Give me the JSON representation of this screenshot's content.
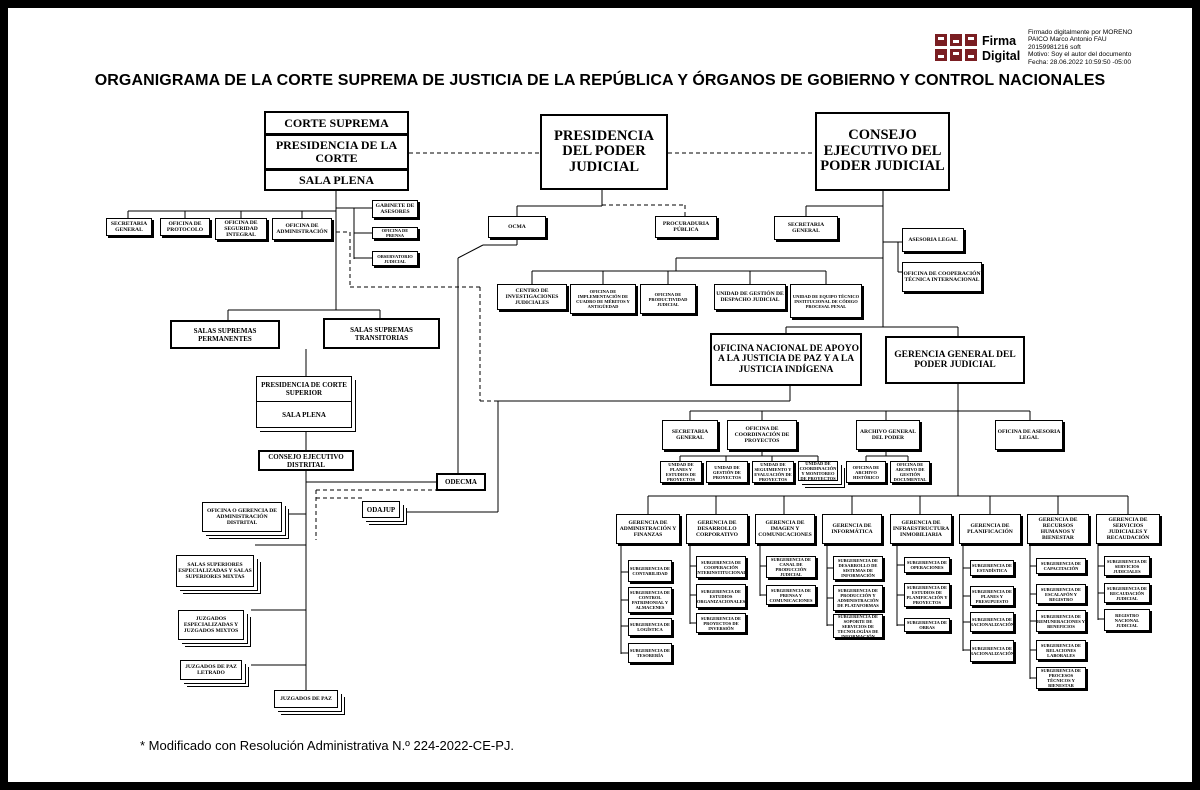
{
  "title": "ORGANIGRAMA DE LA CORTE SUPREMA DE JUSTICIA DE LA REPÚBLICA Y ÓRGANOS DE GOBIERNO Y CONTROL NACIONALES",
  "footnote": "* Modificado con Resolución Administrativa N.º 224-2022-CE-PJ.",
  "signature": {
    "logo_line1": "Firma",
    "logo_line2": "Digital",
    "text": "Firmado digitalmente por MORENO\nPAICO Marco Antonio FAU\n20159981216 soft\nMotivo: Soy el autor del documento\nFecha: 28.06.2022 10:59:50 -05:00"
  },
  "nodes": {
    "corte_suprema": "CORTE SUPREMA",
    "presidencia_corte": "PRESIDENCIA DE LA CORTE",
    "sala_plena": "SALA PLENA",
    "presidencia_pj": "PRESIDENCIA DEL PODER JUDICIAL",
    "consejo_ejecutivo": "CONSEJO EJECUTIVO DEL PODER JUDICIAL",
    "secretaria_general": "SECRETARIA GENERAL",
    "oficina_protocolo": "OFICINA DE PROTOCOLO",
    "oficina_seguridad": "OFICINA DE SEGURIDAD INTEGRAL",
    "oficina_administracion": "OFICINA DE ADMINISTRACIÓN",
    "gabinete_asesores": "GABINETE DE ASESORES",
    "oficina_prensa": "OFICINA DE PRENSA",
    "observatorio": "OBSERVATORIO JUDICIAL",
    "ocma": "OCMA",
    "procuraduria": "PROCURADURIA PÚBLICA",
    "secretaria_ce": "SECRETARIA GENERAL",
    "asesoria_legal_ce": "ASESORIA LEGAL",
    "cooperacion": "OFICINA DE COOPERACIÓN TÉCNICA INTERNACIONAL",
    "centro_investigaciones": "CENTRO DE INVESTIGACIONES JUDICIALES",
    "oficina_cuadro": "OFICINA DE IMPLEMENTACIÓN DE CUADRO DE MÉRITOS Y ANTIGÜEDAD",
    "oficina_productividad": "OFICINA DE PRODUCTIVIDAD JUDICIAL",
    "unidad_despacho": "UNIDAD DE GESTIÓN DE DESPACHO JUDICIAL",
    "unidad_equipo": "UNIDAD DE EQUIPO TÉCNICO INSTITUCIONAL DE CÓDIGO PROCESAL PENAL",
    "onajup": "OFICINA NACIONAL DE APOYO A LA JUSTICIA DE PAZ Y A LA JUSTICIA INDÍGENA",
    "gerencia_general": "GERENCIA GENERAL DEL PODER JUDICIAL",
    "salas_permanentes": "SALAS SUPREMAS PERMANENTES",
    "salas_transitorias": "SALAS SUPREMAS TRANSITORIAS",
    "presidencia_superior": "PRESIDENCIA DE CORTE SUPERIOR",
    "sala_plena_distrital": "SALA PLENA",
    "consejo_distrital": "CONSEJO EJECUTIVO DISTRITAL",
    "odecma": "ODECMA",
    "odajup": "ODAJUP",
    "gerencia_distrital": "OFICINA O GERENCIA DE ADMINISTRACIÓN DISTRITAL",
    "salas_superiores": "SALAS SUPERIORES ESPECIALIZADAS Y SALAS SUPERIORES MIXTAS",
    "juzgados_especializados": "JUZGADOS ESPECIALIZADAS Y JUZGADOS MIXTOS",
    "juzgados_paz_letrado": "JUZGADOS DE PAZ LETRADO",
    "juzgados_paz": "JUZGADOS DE PAZ",
    "gg_secretaria": "SECRETARIA GENERAL",
    "gg_coordinacion": "OFICINA DE COORDINACIÓN DE PROYECTOS",
    "gg_archivo": "ARCHIVO GENERAL DEL PODER",
    "gg_asesoria": "OFICINA DE ASESORIA LEGAL",
    "coord_1": "UNIDAD DE PLANES Y ESTUDIOS DE PROYECTOS",
    "coord_2": "UNIDAD DE GESTIÓN DE PROYECTOS",
    "coord_3": "UNIDAD DE SEGUIMIENTO Y EVALUACIÓN DE PROYECTOS",
    "coord_4": "UNIDAD DE COORDINACIÓN Y MONITOREO DE PROYECTOS",
    "arch_1": "OFICINA DE ARCHIVO HISTÓRICO",
    "arch_2": "OFICINA DE ARCHIVO DE GESTIÓN DOCUMENTAL",
    "ger_admin": "GERENCIA DE ADMINISTRACIÓN Y FINANZAS",
    "ger_desarrollo": "GERENCIA DE DESARROLLO CORPORATIVO",
    "ger_imagen": "GERENCIA DE IMAGEN Y COMUNICACIONES",
    "ger_informatica": "GERENCIA DE INFORMÁTICA",
    "ger_infra": "GERENCIA DE INFRAESTRUCTURA INMOBILIARIA",
    "ger_planificacion": "GERENCIA DE PLANIFICACIÓN",
    "ger_rrhh": "GERENCIA DE RECURSOS HUMANOS Y BIENESTAR",
    "ger_servicios": "GERENCIA DE SERVICIOS JUDICIALES Y RECAUDACIÓN",
    "admin_1": "SUBGERENCIA DE CONTABILIDAD",
    "admin_2": "SUBGERENCIA DE CONTROL PATRIMONIAL Y ALMACENES",
    "admin_3": "SUBGERENCIA DE LOGÍSTICA",
    "admin_4": "SUBGERENCIA DE TESORERÍA",
    "des_1": "SUBGERENCIA DE COOPERACIÓN INTERINSTITUCIONAL",
    "des_2": "SUBGERENCIA DE ESTUDIOS ORGANIZACIONALES",
    "des_3": "SUBGERENCIA DE PROYECTOS DE INVERSIÓN",
    "ima_1": "SUBGERENCIA DE CANAL DE PRODUCCIÓN JUDICIAL",
    "ima_2": "SUBGERENCIA DE PRENSA Y COMUNICACIONES",
    "inf_1": "SUBGERENCIA DE DESARROLLO DE SISTEMAS DE INFORMACIÓN",
    "inf_2": "SUBGERENCIA DE PRODUCCIÓN Y ADMINISTRACIÓN DE PLATAFORMAS",
    "inf_3": "SUBGERENCIA DE SOPORTE DE SERVICIOS DE TECNOLOGÍAS DE INFORMACIÓN",
    "infra_1": "SUBGERENCIA DE OPERACIONES",
    "infra_2": "SUBGERENCIA DE ESTUDIOS DE PLANIFICACIÓN Y PROYECTOS",
    "infra_3": "SUBGERENCIA DE OBRAS",
    "plan_1": "SUBGERENCIA DE ESTADÍSTICA",
    "plan_2": "SUBGERENCIA DE PLANES Y PRESUPUESTO",
    "plan_3": "SUBGERENCIA DE RACIONALIZACIÓN",
    "plan_4": "SUBGERENCIA DE RACIONALIZACIÓN",
    "rrhh_1": "SUBGERENCIA DE CAPACITACIÓN",
    "rrhh_2": "SUBGERENCIA DE ESCALAFÓN Y REGISTRO",
    "rrhh_3": "SUBGERENCIA DE REMUNERACIONES Y BENEFICIOS",
    "rrhh_4": "SUBGERENCIA DE RELACIONES LABORALES",
    "rrhh_5": "SUBGERENCIA DE PROCESOS TÉCNICOS Y BIENESTAR",
    "serv_1": "SUBGERENCIA DE SERVICIOS JUDICIALES",
    "serv_2": "SUBGERENCIA DE RECAUDACIÓN JUDICIAL",
    "serv_3": "REGISTRO NACIONAL JUDICIAL"
  }
}
